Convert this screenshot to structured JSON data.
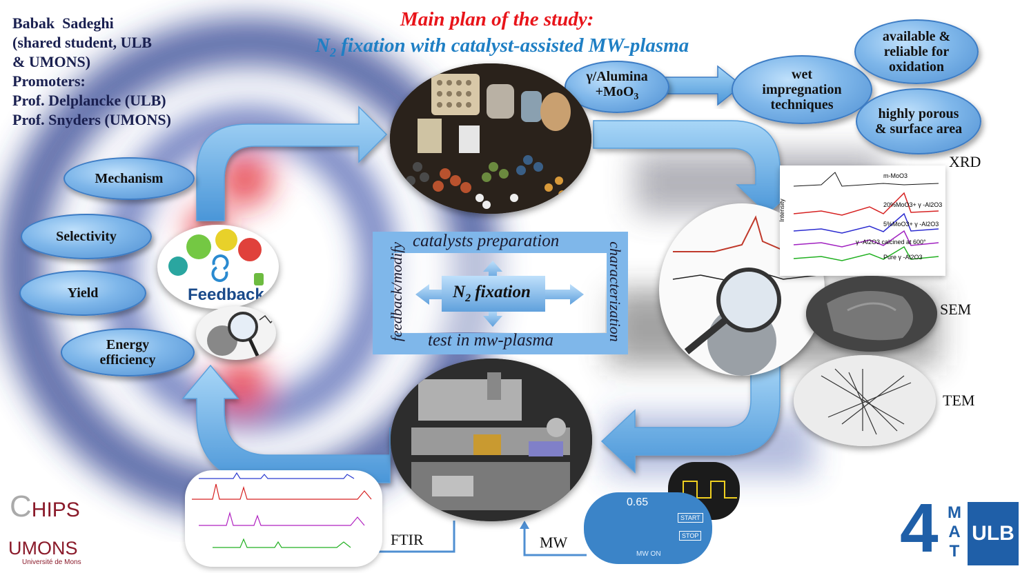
{
  "title": {
    "line1": "Main plan of the study:",
    "line2_prefix": "N",
    "line2_sub": "2",
    "line2_rest": " fixation with catalyst-assisted MW-plasma"
  },
  "authors": "Babak  Sadeghi\n(shared student, ULB\n& UMONS)\nPromoters:\nProf. Delplancke (ULB)\nProf. Snyders (UMONS)",
  "left_ellipses": [
    "Mechanism",
    "Selectivity",
    "Yield",
    "Energy efficiency"
  ],
  "catalyst": {
    "line1": "γ/Alumina",
    "line2_prefix": "+MoO",
    "line2_sub": "3"
  },
  "wet": "wet impregnation techniques",
  "right_ellipses": [
    "available & reliable for oxidation",
    "highly porous & surface area"
  ],
  "cycle": {
    "top": "catalysts preparation",
    "right": "characterization",
    "bottom": "test in mw-plasma",
    "left": "feedback/modify",
    "center_prefix": "N",
    "center_sub": "2",
    "center_rest": " fixation"
  },
  "feedback_word": "Feedback",
  "techniques": [
    "XRD",
    "SEM",
    "TEM"
  ],
  "instruments": [
    "FTIR",
    "MW"
  ],
  "xrd_legend": [
    "m-MoO3",
    "20%MoO3+ γ -Al2O3",
    "5%MoO3+ γ -Al2O3",
    "γ -Al2O3 calcined at 600°",
    "Pure γ -Al2O3",
    "Intensity"
  ],
  "mw_screen": {
    "reading": "0.65",
    "start": "START",
    "stop": "STOP",
    "bottom": "MW ON"
  },
  "logos": {
    "chips_c": "C",
    "chips": "HIPS",
    "umons": "UMONS",
    "umons_sub": "Université de Mons",
    "fourmat_4": "4",
    "fourmat_letters": "MAT",
    "ulb": "ULB"
  },
  "colors": {
    "arrow": "#6bb5ea",
    "ellipse": "#7fb7ea",
    "title_red": "#e8141a",
    "title_blue": "#1f7fc4"
  }
}
